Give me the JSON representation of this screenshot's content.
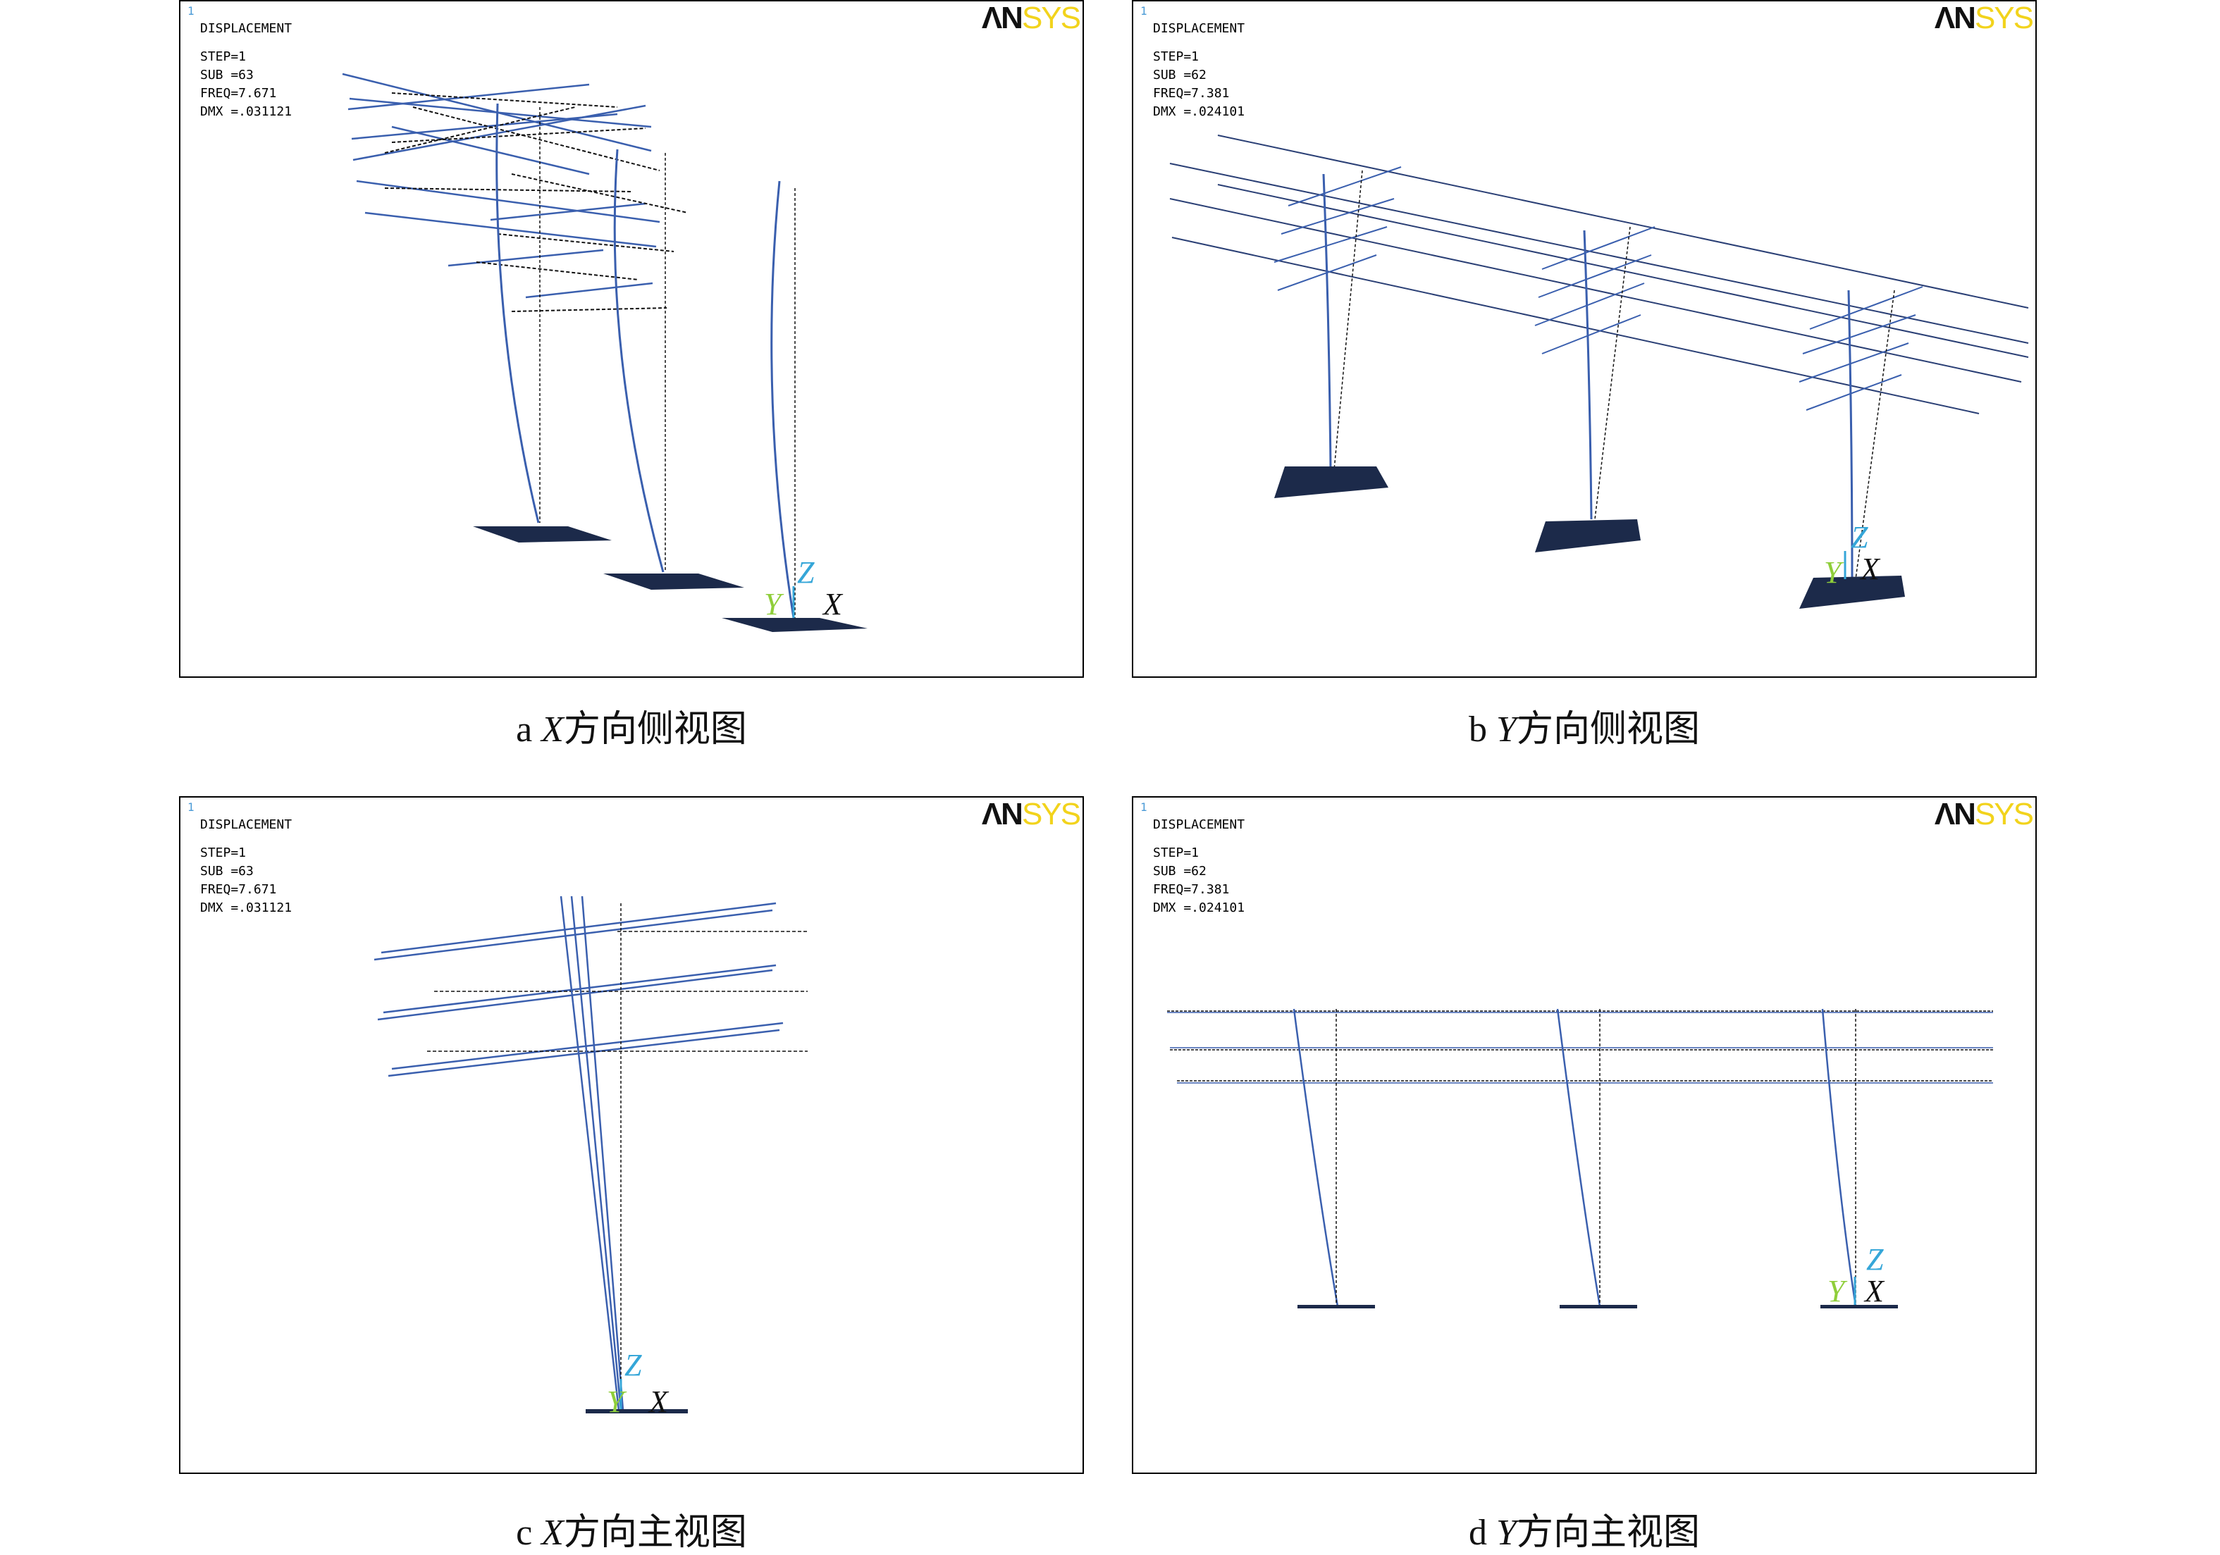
{
  "panels": {
    "a": {
      "win_number": "1",
      "heading": "DISPLACEMENT",
      "step": "STEP=1",
      "sub": "SUB =63",
      "freq": "FREQ=7.671",
      "dmx": "DMX =.031121",
      "logo_an": "ΛN",
      "logo_sys": "SYS",
      "caption_letter": "a",
      "caption_axis": "X",
      "caption_text": "方向侧视图"
    },
    "b": {
      "win_number": "1",
      "heading": "DISPLACEMENT",
      "step": "STEP=1",
      "sub": "SUB =62",
      "freq": "FREQ=7.381",
      "dmx": "DMX =.024101",
      "logo_an": "ΛN",
      "logo_sys": "SYS",
      "caption_letter": "b",
      "caption_axis": "Y",
      "caption_text": "方向侧视图"
    },
    "c": {
      "win_number": "1",
      "heading": "DISPLACEMENT",
      "step": "STEP=1",
      "sub": "SUB =63",
      "freq": "FREQ=7.671",
      "dmx": "DMX =.031121",
      "logo_an": "ΛN",
      "logo_sys": "SYS",
      "caption_letter": "c",
      "caption_axis": "X",
      "caption_text": "方向主视图"
    },
    "d": {
      "win_number": "1",
      "heading": "DISPLACEMENT",
      "step": "STEP=1",
      "sub": "SUB =62",
      "freq": "FREQ=7.381",
      "dmx": "DMX =.024101",
      "logo_an": "ΛN",
      "logo_sys": "SYS",
      "caption_letter": "d",
      "caption_axis": "Y",
      "caption_text": "方向主视图"
    }
  },
  "triad": {
    "x": "X",
    "y": "Y",
    "z": "Z"
  },
  "colors": {
    "deformed": "#3a5fae",
    "undeformed": "#111111",
    "triad_z": "#35a6d8",
    "triad_y": "#8fce3a",
    "triad_x": "#111111",
    "logo_sys": "#f2d31c",
    "foundation": "#1c2a4a"
  }
}
